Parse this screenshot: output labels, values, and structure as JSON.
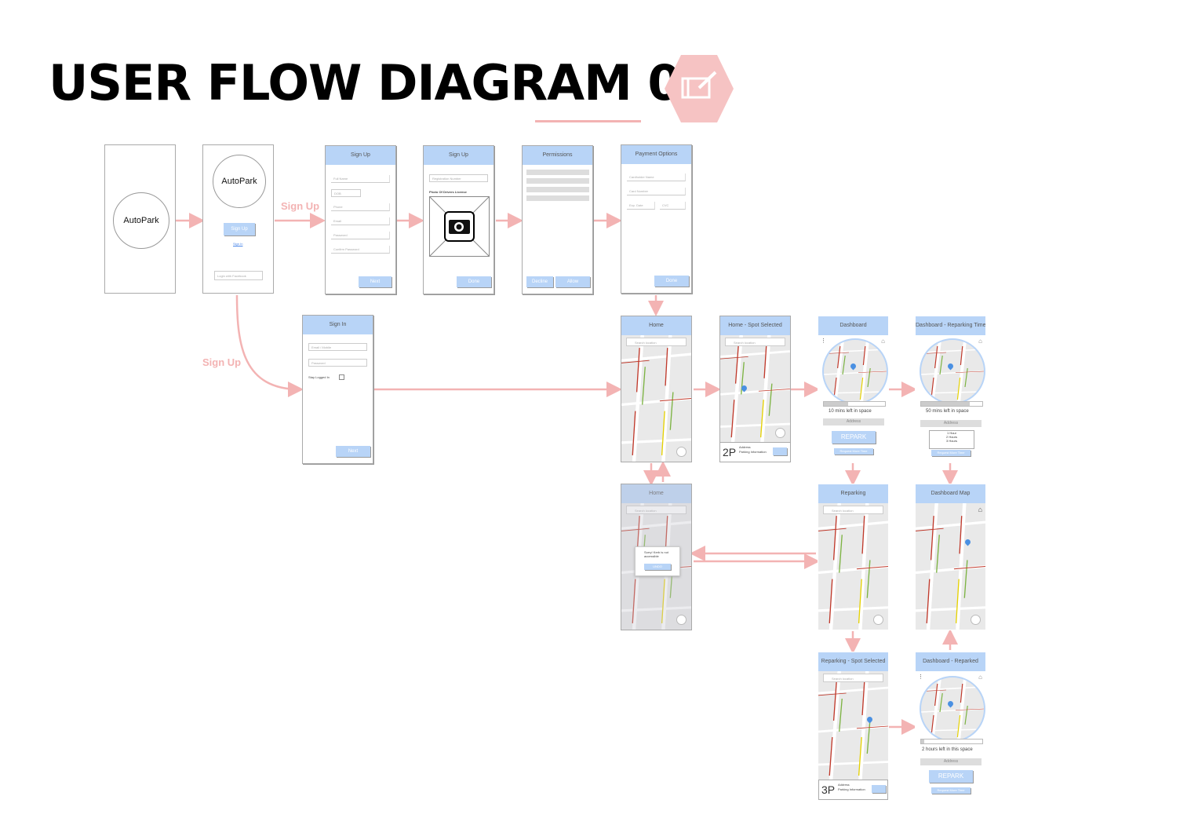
{
  "title": "USER FLOW DIAGRAM 02",
  "accent_color": "#f3b3b3",
  "header_color": "#b8d4f7",
  "title_icon": "edit-pencil-icon",
  "flow_labels": {
    "signup": "Sign Up",
    "signin_path": "Sign Up"
  },
  "screens": {
    "splash": {
      "logo": "AutoPark"
    },
    "welcome": {
      "logo": "AutoPark",
      "signup_button": "Sign Up",
      "signin_link": "Sign In",
      "facebook_button": "Login with Facebook"
    },
    "signup1": {
      "header": "Sign Up",
      "fields": [
        "Full Name",
        "DOB",
        "Phone",
        "Email",
        "Password",
        "Confirm Password"
      ],
      "button": "Next"
    },
    "signup2": {
      "header": "Sign Up",
      "field": "Registration Number",
      "photo_label": "Photo Of Drivers License",
      "button": "Done"
    },
    "permissions": {
      "header": "Permissions",
      "deny_button": "Decline",
      "allow_button": "Allow"
    },
    "payment": {
      "header": "Payment Options",
      "fields": [
        "Cardholder Name",
        "Card Number",
        "Exp. Date",
        "CVC"
      ],
      "button": "Done"
    },
    "signin": {
      "header": "Sign In",
      "fields": [
        "Email / Mobile",
        "Password"
      ],
      "stay_logged": "Stay Logged In",
      "button": "Next"
    },
    "home": {
      "header": "Home",
      "search": "Search location"
    },
    "home_spot": {
      "header": "Home - Spot Selected",
      "search": "Search location",
      "spot_code": "2P",
      "info_line1": "Address",
      "info_line2": "Parking Information"
    },
    "dashboard": {
      "header": "Dashboard",
      "time_left": "10 mins left in space",
      "address": "Address",
      "repark_button": "REPARK",
      "extend_button": "Request More Time"
    },
    "dashboard_repark_time": {
      "header": "Dashboard - Reparking Time",
      "time_left": "50 mins left in space",
      "address": "Address",
      "options": [
        "1 Hour",
        "2 Hours",
        "3 Hours"
      ],
      "extend_button": "Request More Time"
    },
    "home_error": {
      "header": "Home",
      "search": "Search location",
      "popup_text": "Sorry! Kerb is not accessible",
      "popup_button": "UNDO"
    },
    "reparking": {
      "header": "Reparking",
      "search": "Search location"
    },
    "dashboard_map": {
      "header": "Dashboard Map"
    },
    "reparking_spot": {
      "header": "Reparking - Spot Selected",
      "search": "Search location",
      "spot_code": "3P",
      "info_line1": "Address",
      "info_line2": "Parking Information"
    },
    "dashboard_reparked": {
      "header": "Dashboard - Reparked",
      "time_left": "2 hours left in this space",
      "address": "Address",
      "repark_button": "REPARK",
      "extend_button": "Request More Time"
    }
  }
}
